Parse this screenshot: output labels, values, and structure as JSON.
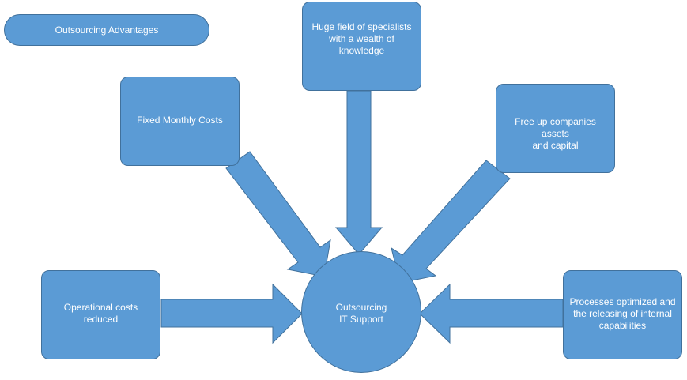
{
  "title": "Outsourcing Advantages",
  "center": "Outsourcing\nIT Support",
  "boxes": {
    "specialists": "Huge field of specialists\nwith a wealth of\nknowledge",
    "fixed_costs": "Fixed Monthly Costs",
    "free_assets": "Free up companies assets\nand capital",
    "operational": "Operational costs\nreduced",
    "processes": "Processes optimized and\nthe releasing of internal\ncapabilities"
  },
  "colors": {
    "fill": "#5b9bd5",
    "border": "#41719c",
    "text": "#ffffff"
  }
}
